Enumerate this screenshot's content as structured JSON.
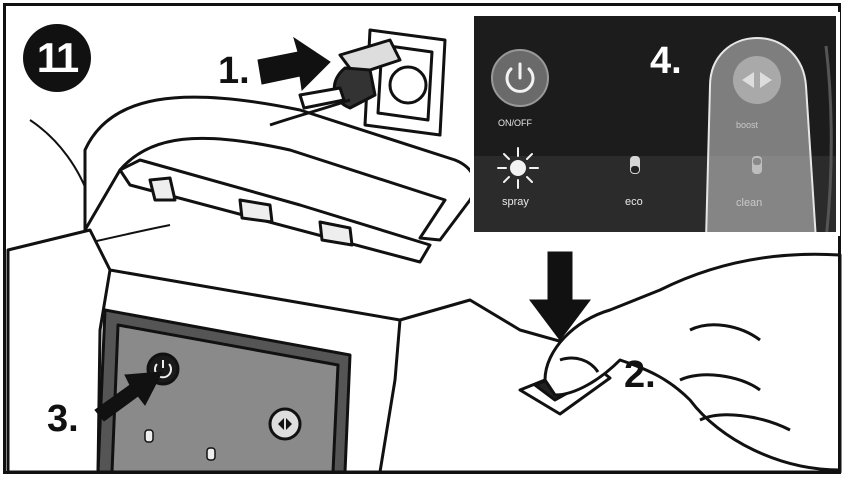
{
  "figure": {
    "step_badge": "11",
    "steps": {
      "one": "1.",
      "two": "2.",
      "three": "3.",
      "four": "4."
    }
  },
  "control_panel": {
    "labels": {
      "on_off": "ON/OFF",
      "spray": "spray",
      "eco": "eco",
      "clean": "clean",
      "boost": "boost"
    }
  },
  "colors": {
    "ink": "#111111",
    "panel_dark": "#1c1c1c",
    "panel_lower": "#2b2b2b",
    "inset_border": "#ffffff"
  },
  "icons": [
    "power-icon",
    "sun-spray-icon",
    "eco-toggle-icon",
    "clean-toggle-icon",
    "boost-arrows-icon",
    "arrow-icon",
    "finger-icon"
  ]
}
